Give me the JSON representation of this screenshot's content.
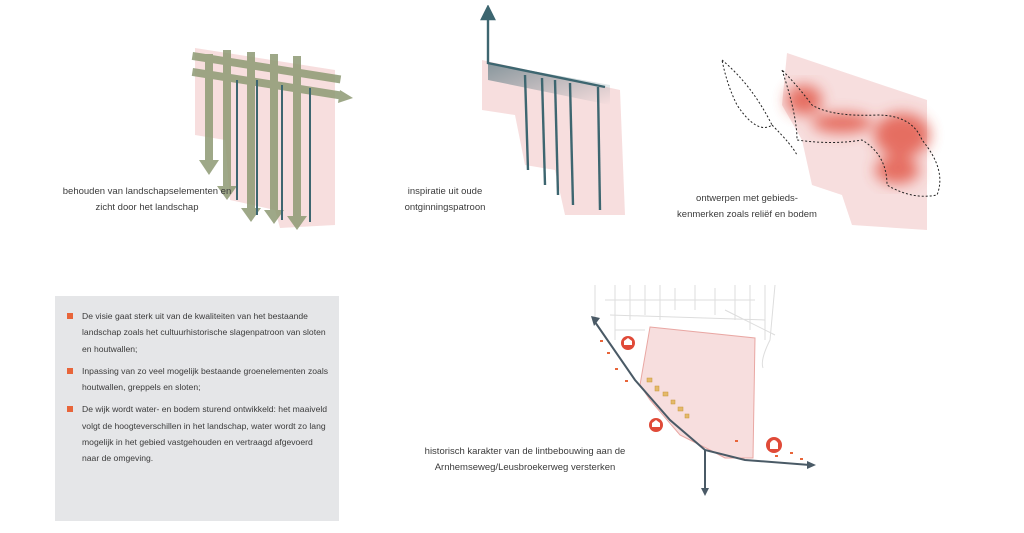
{
  "captions": {
    "landscape": [
      "behouden van landschapselementen en",
      "zicht door het landschap"
    ],
    "reclamation": [
      "inspiratie uit oude",
      "ontginningspatroon"
    ],
    "area": [
      "ontwerpen met gebieds-",
      "kenmerken zoals reliëf en bodem"
    ],
    "ribbon": [
      "historisch karakter van de lintbebouwing aan de",
      "Arnhemseweg/Leusbroekerweg versterken"
    ]
  },
  "info": {
    "bullets": [
      "De visie gaat sterk uit van de kwaliteiten van het bestaande landschap zoals het cultuurhistorische slagenpatroon van sloten en houtwallen;",
      "Inpassing van zo veel mogelijk bestaande groenelementen zoals houtwallen, greppels en sloten;",
      "De wijk wordt water- en bodem sturend ontwikkeld: het maaiveld volgt de hoogteverschillen in het landschap, water wordt zo lang mogelijk in het gebied vastgehouden en vertraagd afgevoerd naar de omgeving."
    ]
  },
  "colors": {
    "pink": "#f7dede",
    "green": "#8e9a74",
    "teal": "#3d6670",
    "red": "#e04a38",
    "bullet": "#e8653a",
    "box": "#e5e6e8"
  },
  "icons": [
    "house-icon",
    "home-icon",
    "church-icon"
  ]
}
